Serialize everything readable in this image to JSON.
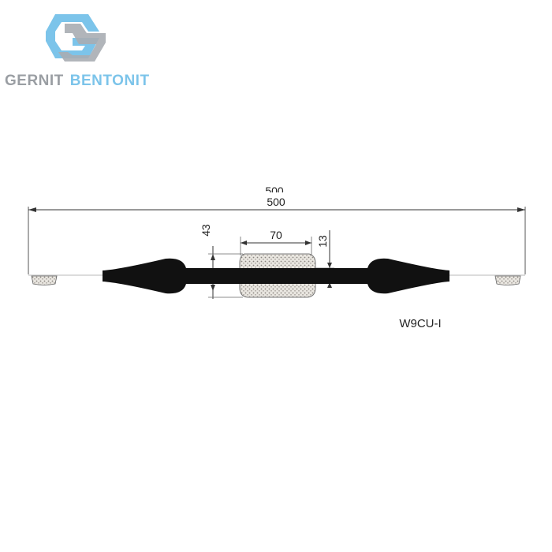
{
  "brand": {
    "name_part1": "GERNIT",
    "name_part2": "BENTONIT",
    "colors": {
      "gray": "#9a9ea3",
      "blue": "#7cc4ea"
    }
  },
  "drawing": {
    "overall_width": "500",
    "overall_width_ghost": "500",
    "bulb_width": "70",
    "bulb_height": "43",
    "web_thickness": "13",
    "model_code": "W9CU-I"
  }
}
